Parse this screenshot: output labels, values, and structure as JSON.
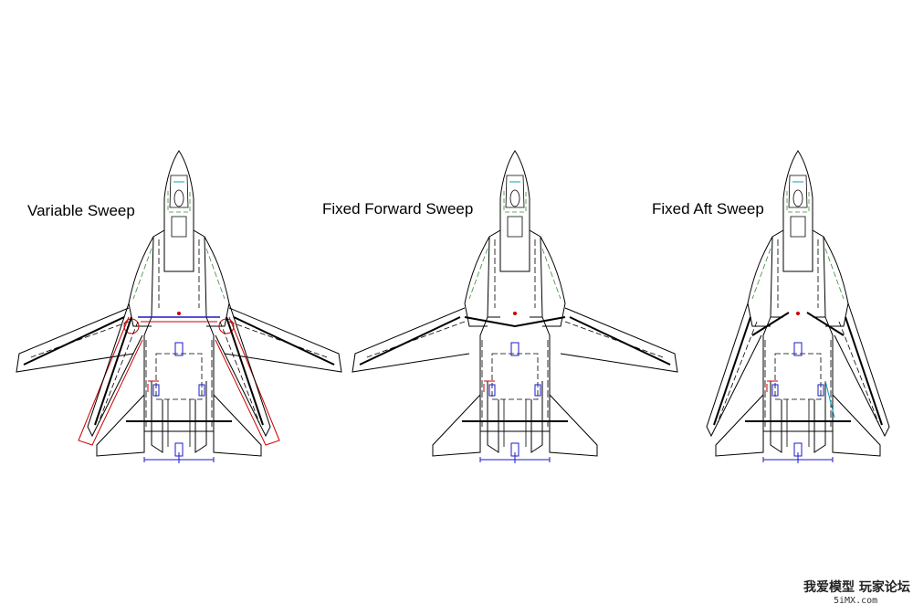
{
  "diagrams": [
    {
      "label": "Variable Sweep",
      "wings": "variable"
    },
    {
      "label": "Fixed Forward Sweep",
      "wings": "forward"
    },
    {
      "label": "Fixed Aft Sweep",
      "wings": "aft"
    }
  ],
  "watermark": {
    "line1": "我爱模型 玩家论坛",
    "line2": "5iMX.com"
  },
  "colors": {
    "outline": "#000000",
    "structure": "#1a1acc",
    "pivot": "#cc0000",
    "hidden": "#3a8a3a",
    "accent": "#00a0c0"
  }
}
